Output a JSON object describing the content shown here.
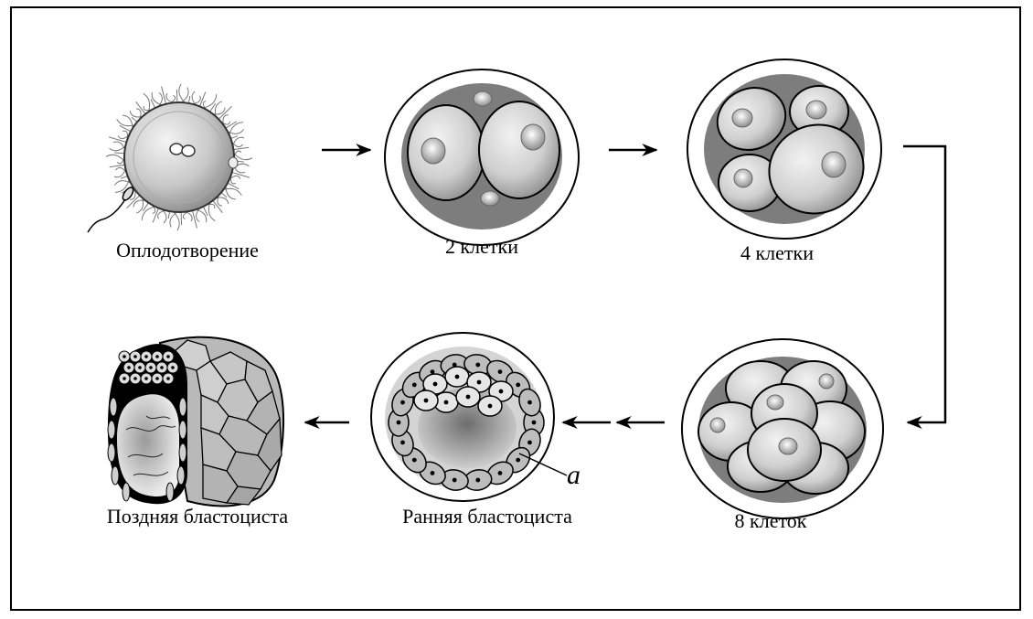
{
  "labels": {
    "fertilization": "Оплодотворение",
    "two_cells": "2  клетки",
    "four_cells": "4 клетки",
    "eight_cells": "8  клеток",
    "early_blastocyst": "Ранняя бластоциста",
    "late_blastocyst": "Поздняя бластоциста",
    "annotation_a": "a"
  },
  "colors": {
    "frame": "#000000",
    "cytoplasm_dark": "#7a7a7a",
    "cell_light": "#d8d8d8",
    "cell_mid": "#b8b8b8",
    "zona_fill": "#ffffff"
  }
}
